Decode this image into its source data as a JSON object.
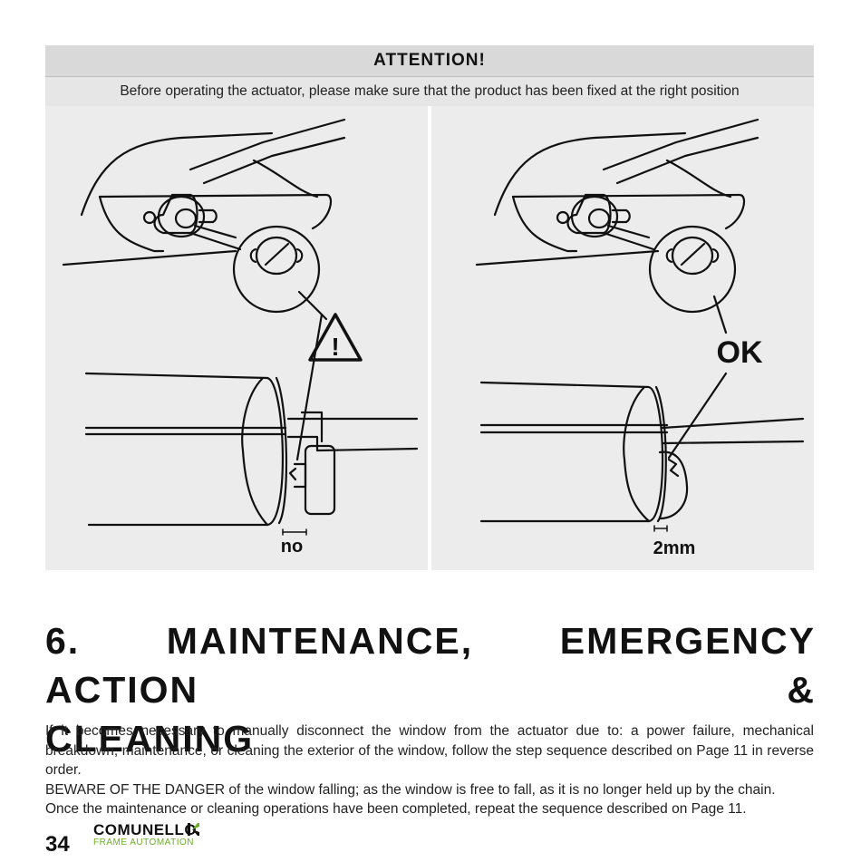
{
  "attention": {
    "title": "ATTENTION!",
    "subtitle": "Before operating the actuator, please make sure that the product has been fixed at the right position"
  },
  "illustrations": {
    "left": {
      "label": "no",
      "icon": "warning-triangle-icon"
    },
    "right": {
      "label": "2mm",
      "status": "OK"
    }
  },
  "section": {
    "heading_line1": "6. MAINTENANCE, EMERGENCY ACTION &",
    "heading_line2": "CLEANING",
    "paragraph1": "If it becomes necessary to manually disconnect the window from the actuator due to: a power failure, mechanical breakdown, maintenance, or cleaning the exterior of the window, follow the step sequence described on Page 11 in reverse order.",
    "paragraph2": "BEWARE OF THE DANGER of the window falling; as the window is free to fall, as it is no longer held up by the chain.",
    "paragraph3": "Once the maintenance or cleaning operations have been completed, repeat the sequence described on Page 11."
  },
  "footer": {
    "page_number": "34",
    "brand": "COMUNELLO",
    "brand_sub": "FRAME AUTOMATION",
    "accent_color": "#6ab023"
  }
}
